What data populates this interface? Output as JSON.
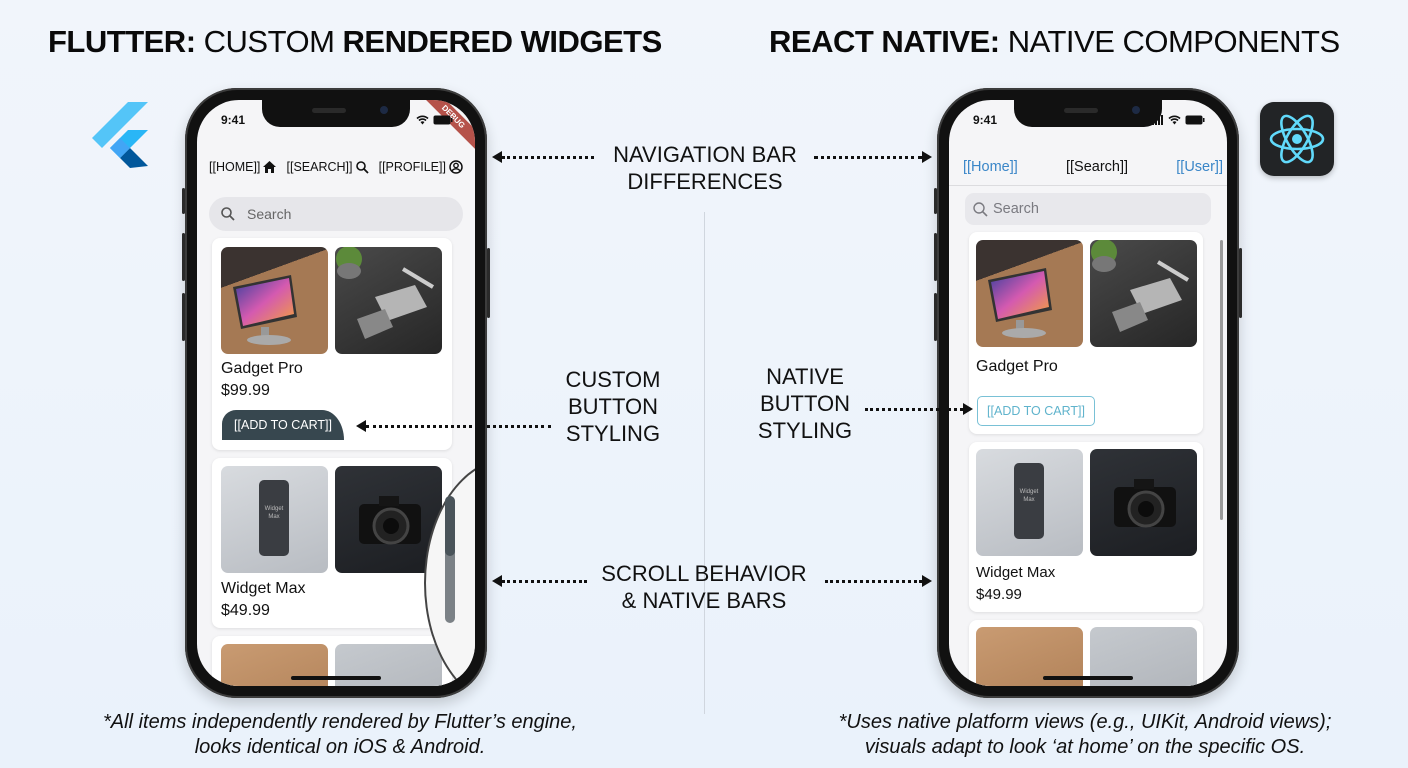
{
  "titles": {
    "left": {
      "bold1": "FLUTTER:",
      "regular": " CUSTOM ",
      "bold2": "RENDERED WIDGETS"
    },
    "right": {
      "bold1": "REACT NATIVE:",
      "regular": " NATIVE COMPONENTS"
    }
  },
  "logos": {
    "left": {
      "icon": "flutter-logo-icon",
      "colors": [
        "#54c5f8",
        "#29b6f6",
        "#01579b"
      ]
    },
    "right": {
      "icon": "react-logo-icon",
      "color": "#61dafb",
      "bg": "#222426"
    }
  },
  "flutter_phone": {
    "time": "9:41",
    "debug_banner": "DEBUG",
    "nav": [
      {
        "label": "[[HOME]]",
        "icon": "home-icon"
      },
      {
        "label": "[[SEARCH]]",
        "icon": "search-icon"
      },
      {
        "label": "[[PROFILE]]",
        "icon": "profile-icon"
      }
    ],
    "search_placeholder": "Search",
    "products": [
      {
        "name": "Gadget Pro",
        "price": "$99.99",
        "button": "[[ADD TO CART]]"
      },
      {
        "name": "Widget Max",
        "price": "$49.99",
        "phone_screen_text": "Widget Max"
      }
    ]
  },
  "rn_phone": {
    "time": "9:41",
    "nav": {
      "left": "[[Home]]",
      "center": "[[Search]]",
      "right": "[[User]]"
    },
    "search_placeholder": "Search",
    "products": [
      {
        "name": "Gadget Pro",
        "button": "[[ADD TO CART]]"
      },
      {
        "name": "Widget Max",
        "price": "$49.99",
        "phone_screen_text": "Widget Max"
      }
    ]
  },
  "annotations": {
    "nav": {
      "line1": "NAVIGATION BAR",
      "line2": "DIFFERENCES"
    },
    "custom_button": {
      "line1": "CUSTOM",
      "line2": "BUTTON",
      "line3": "STYLING"
    },
    "native_button": {
      "line1": "NATIVE",
      "line2": "BUTTON",
      "line3": "STYLING"
    },
    "scroll": {
      "line1": "SCROLL BEHAVIOR",
      "line2": "& NATIVE BARS"
    }
  },
  "footnotes": {
    "left": {
      "line1": "*All items independently rendered by Flutter’s engine,",
      "line2": "looks identical on iOS & Android."
    },
    "right": {
      "line1": "*Uses native platform views (e.g., UIKit, Android views);",
      "line2": "visuals adapt to look ‘at home’ on the specific OS."
    }
  },
  "colors": {
    "background": "#eef4fb",
    "flutter_button": "#37474f",
    "rn_link": "#3a86c8",
    "rn_button_border": "#79c1d6"
  }
}
